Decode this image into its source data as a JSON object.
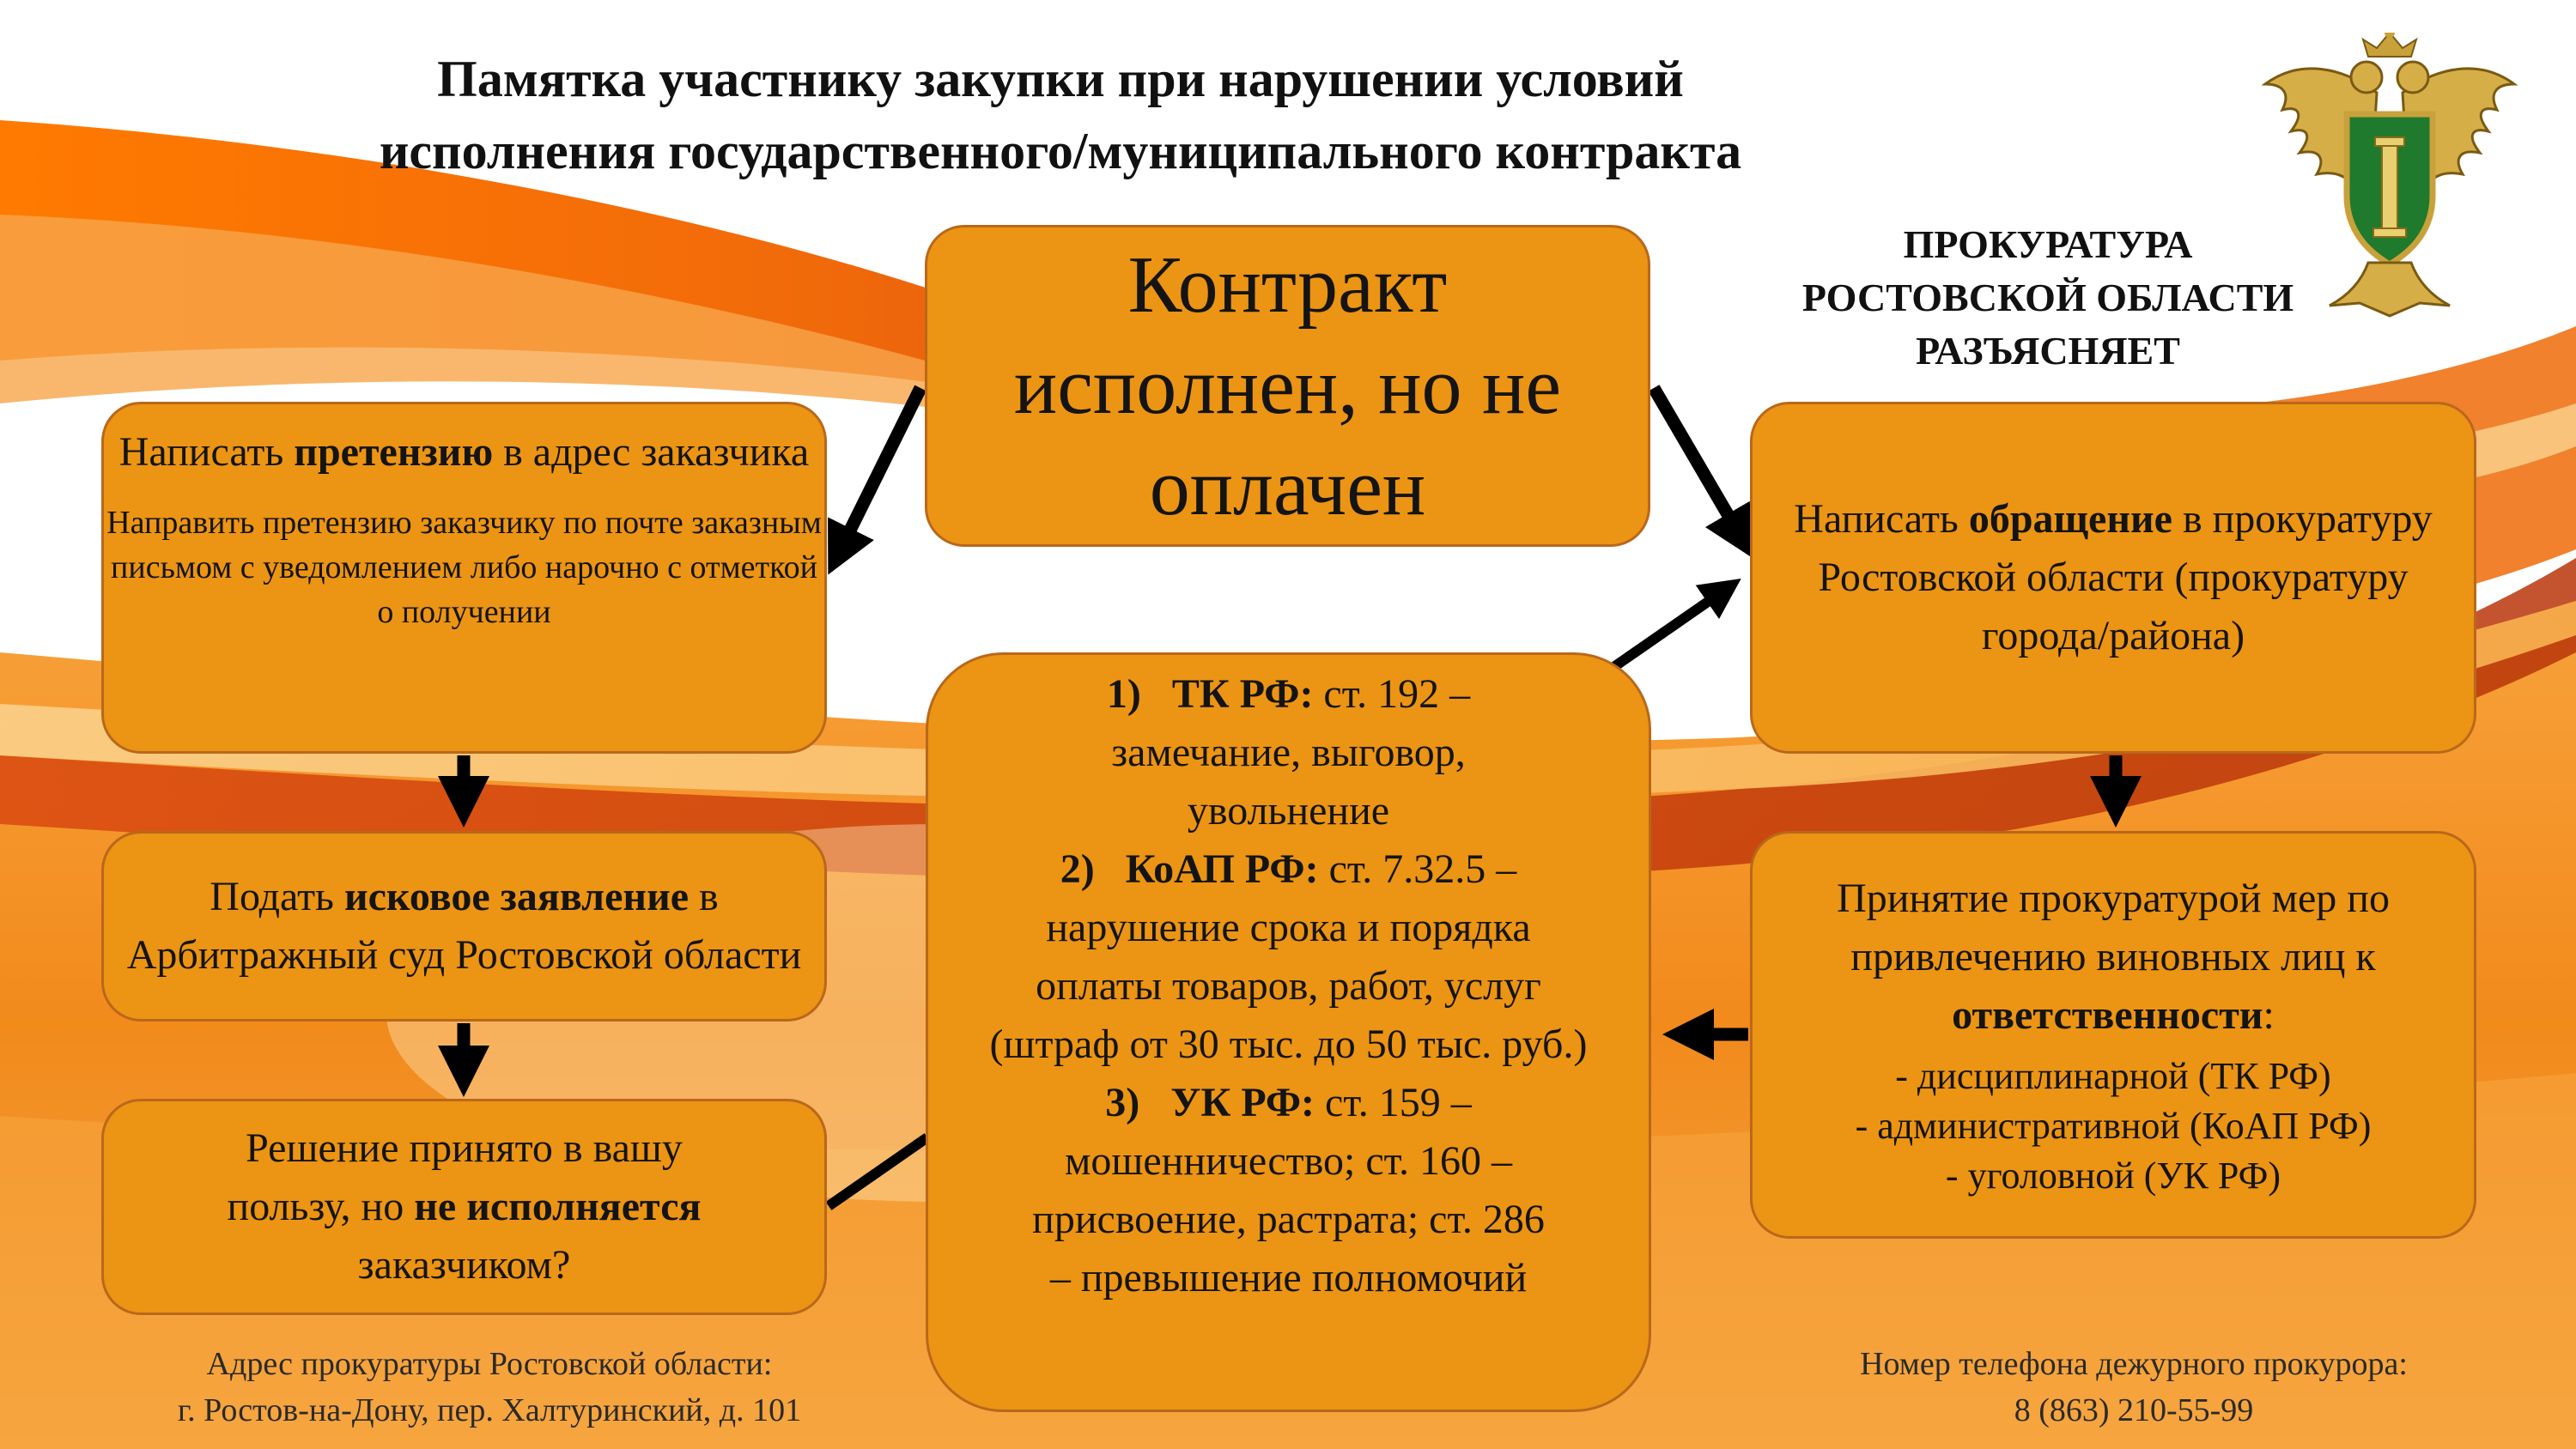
{
  "header": {
    "title_line1": "Памятка участнику закупки при нарушении условий",
    "title_line2": "исполнения государственного/муниципального контракта",
    "org_line1": "ПРОКУРАТУРА",
    "org_line2": "РОСТОВСКОЙ ОБЛАСТИ",
    "org_line3": "РАЗЪЯСНЯЕТ",
    "emblem_icon": "prosecutor-emblem-icon"
  },
  "center": {
    "line1": "Контракт",
    "line2": "исполнен, но не",
    "line3": "оплачен"
  },
  "claim": {
    "pre": "Написать ",
    "bold": "претензию",
    "post": " в адрес заказчика",
    "note": "Направить претензию заказчику по почте заказным письмом с уведомлением либо нарочно с отметкой о получении"
  },
  "lawsuit": {
    "pre": "Подать ",
    "bold": "исковое заявление",
    "post": " в Арбитражный суд Ростовской области"
  },
  "decision": {
    "line1": "Решение принято в вашу",
    "pre": "пользу, но ",
    "bold": "не исполняется",
    "line3": "заказчиком?"
  },
  "appeal": {
    "pre": "Написать ",
    "bold": "обращение",
    "post": " в прокуратуру Ростовской области (прокуратуру города/района)"
  },
  "measures": {
    "text": "Принятие прокуратурой мер по привлечению виновных лиц к",
    "bold": "ответственности",
    "colon": ":",
    "items": [
      "-    дисциплинарной (ТК РФ)",
      "-    административной (КоАП РФ)",
      "-    уголовной (УК РФ)"
    ]
  },
  "law": {
    "items": [
      {
        "num": "1)",
        "bold": "ТК РФ:",
        "head": " ст. 192 –",
        "body": "замечание, выговор, увольнение"
      },
      {
        "num": "2)",
        "bold": "КоАП РФ:",
        "head": " ст. 7.32.5 –",
        "body": "нарушение срока и порядка оплаты товаров, работ, услуг (штраф от 30 тыс. до 50 тыс. руб.)"
      },
      {
        "num": "3)",
        "bold": "УК РФ:",
        "head": " ст. 159 –",
        "body": "мошенничество; ст. 160 – присвоение, растрата; ст. 286 – превышение полномочий"
      }
    ]
  },
  "footer": {
    "address_label": "Адрес прокуратуры Ростовской области:",
    "address": "г. Ростов-на-Дону, пер. Халтуринский, д. 101",
    "phone_label": "Номер телефона дежурного прокурора:",
    "phone": "8 (863) 210-55-99"
  },
  "colors": {
    "box_fill": "#ec9413",
    "box_border": "#b9681a",
    "arrow": "#000000",
    "background_orange": "#f07a12"
  }
}
